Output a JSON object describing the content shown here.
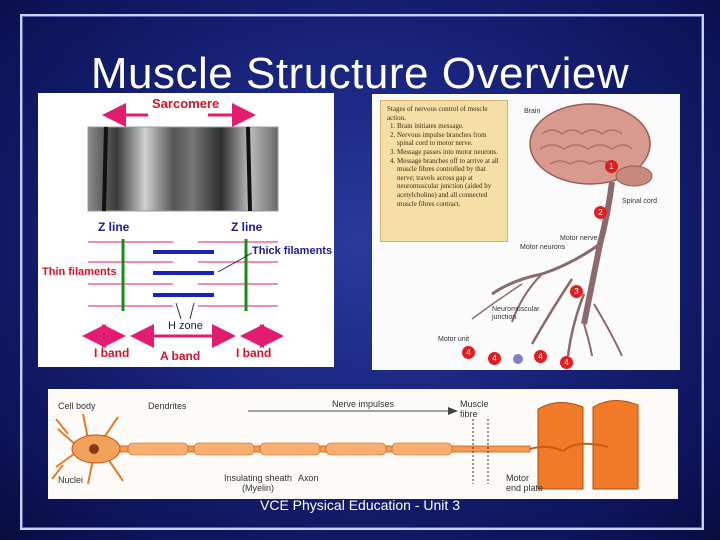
{
  "slide": {
    "title": "Muscle Structure Overview",
    "footer": "VCE Physical Education - Unit 3"
  },
  "sarcomere": {
    "heading": "Sarcomere",
    "z_line_left": "Z line",
    "z_line_right": "Z line",
    "thick_filaments": "Thick filaments",
    "thin_filaments": "Thin filaments",
    "h_zone": "H zone",
    "i_band_left": "I band",
    "a_band": "A band",
    "i_band_right": "I band"
  },
  "nerve_control": {
    "stages_title": "Stages of nervous control of muscle action.",
    "stages": [
      "Brain initiates message.",
      "Nervous impulse branches from spinal cord to motor nerve.",
      "Message passes into motor neurons.",
      "Message branches off to arrive at all muscle fibres controlled by that nerve; travels across gap at neuromuscular junction (aided by acetylcholine) and all connected muscle fibres contract."
    ],
    "labels": {
      "brain": "Brain",
      "spinal_cord": "Spinal cord",
      "motor_nerve": "Motor nerve",
      "motor_neurons": "Motor neurons",
      "nm_junction": "Neuromuscular junction",
      "motor_unit": "Motor unit"
    },
    "markers": [
      "1",
      "2",
      "3",
      "4"
    ]
  },
  "neuron": {
    "cell_body": "Cell body",
    "dendrites": "Dendrites",
    "nerve_impulses": "Nerve impulses",
    "muscle_fibre": "Muscle fibre",
    "nuclei": "Nuclei",
    "insulating_sheath": "Insulating sheath (Myelin)",
    "axon": "Axon",
    "motor_end_plate": "Motor end plate"
  },
  "colors": {
    "background": "#1a2680",
    "red_label": "#d0142b",
    "blue_label": "#1a1a9a",
    "filament_blue": "#1a22b8",
    "z_line_green": "#1a8a1a",
    "brain_pink": "#d89a8e",
    "marker_red": "#e02020",
    "muscle_orange": "#f07a28"
  }
}
